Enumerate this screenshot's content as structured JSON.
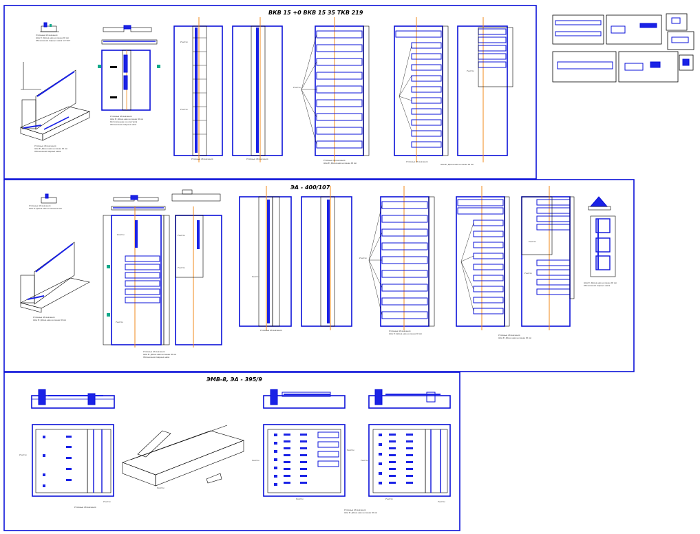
{
  "sheets": [
    {
      "id": "sheet-1",
      "title": "ВКВ 15 +0 ВКВ 15 35 ТКВ 219"
    },
    {
      "id": "sheet-2",
      "title": "ЭА - 400/107"
    },
    {
      "id": "sheet-3",
      "title": "ЭМВ-8, ЭА - 395/9"
    }
  ],
  "colors": {
    "frame": "#0a10d8",
    "fill": "#1a22e6",
    "axis": "#f08a1a",
    "accent": "#12a98a",
    "line": "#000000"
  }
}
